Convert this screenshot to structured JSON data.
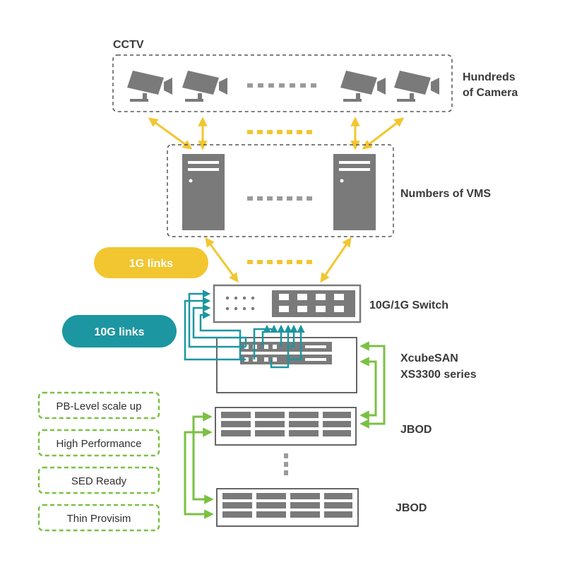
{
  "labels": {
    "cctv": "CCTV",
    "cameras_line1": "Hundreds",
    "cameras_line2": "of Camera",
    "vms": "Numbers of VMS",
    "switch": "10G/1G Switch",
    "san_line1": "XcubeSAN",
    "san_line2": "XS3300 series",
    "jbod_top": "JBOD",
    "jbod_bottom": "JBOD"
  },
  "links": {
    "one_g": "1G links",
    "ten_g": "10G links"
  },
  "features": [
    "PB-Level scale up",
    "High Performance",
    "SED Ready",
    "Thin Provisim"
  ],
  "colors": {
    "one_g": "#f2c630",
    "ten_g": "#1c96a0",
    "jbod_link": "#7ac143",
    "device": "#7a7a7a",
    "outline": "#555555"
  },
  "icons": [
    "camera-icon",
    "server-icon",
    "switch-icon",
    "storage-icon"
  ]
}
